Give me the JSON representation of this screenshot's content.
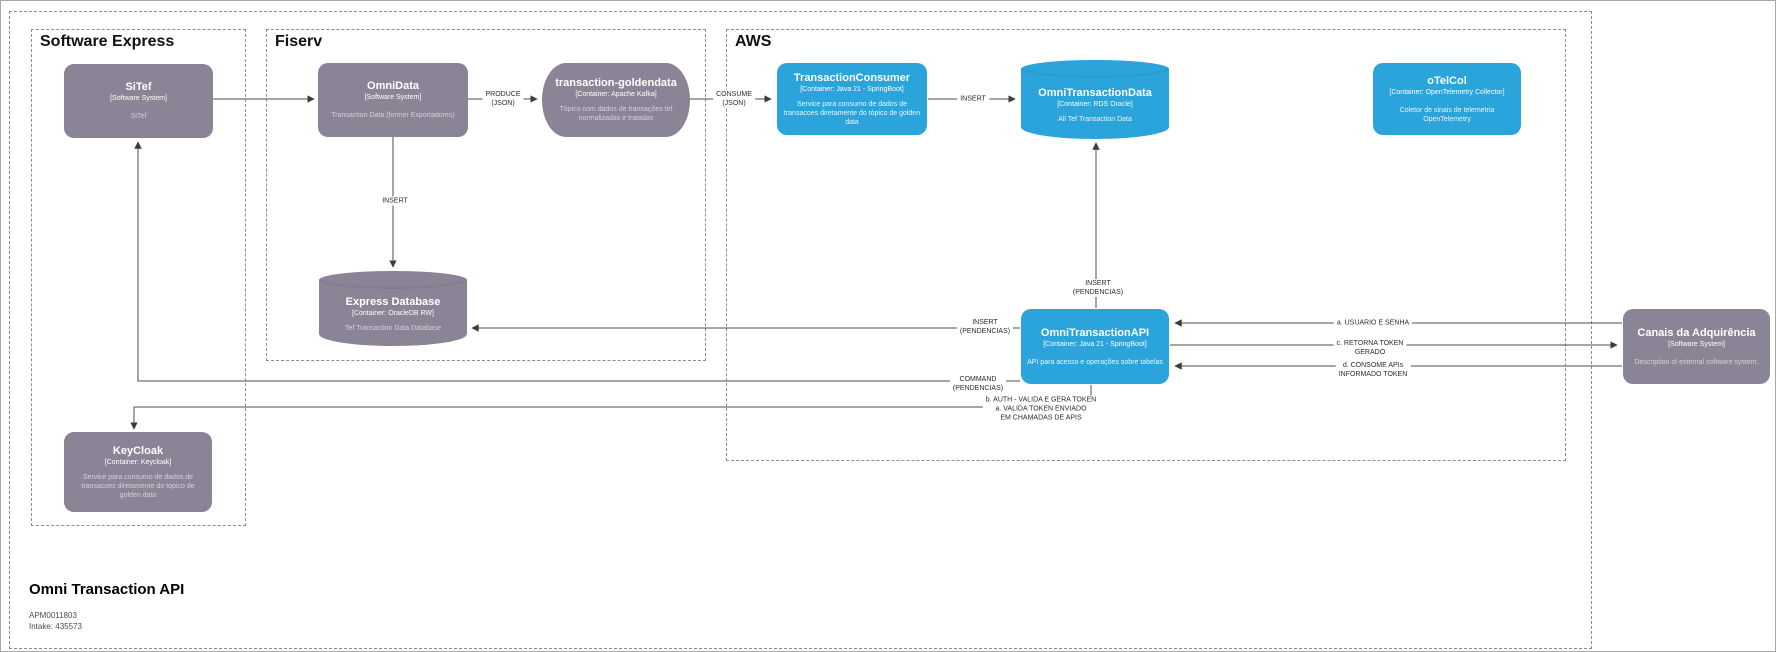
{
  "page": {
    "title": "Omni Transaction API",
    "apm": "APM0011803",
    "intake": "Intake: 435573"
  },
  "groups": {
    "software_express": {
      "label": "Software Express"
    },
    "fiserv": {
      "label": "Fiserv"
    },
    "aws": {
      "label": "AWS"
    }
  },
  "colors": {
    "node_purple": "#8b8496",
    "node_blue": "#2aa4db",
    "line": "#4d4d4d"
  },
  "nodes": {
    "sitef": {
      "title": "SiTef",
      "subtitle": "[Software System]",
      "description": "SiTef"
    },
    "omnidata": {
      "title": "OmniData",
      "subtitle": "[Software System]",
      "description": "Transaction Data (former Exportadores)"
    },
    "goldendata": {
      "title": "transaction-goldendata",
      "subtitle": "[Container: Apache Kafka]",
      "description": "Tópico com dados de transações tef normalizadas e tratadas"
    },
    "transaction_consumer": {
      "title": "TransactionConsumer",
      "subtitle": "[Container: Java 21 - SpringBoot]",
      "description": "Service para consumo de dados de transacoes diretamente do tópico de golden data"
    },
    "omni_transaction_data": {
      "title": "OmniTransactionData",
      "subtitle": "[Container: RDS Oracle]",
      "description": "All Tef Transaction Data"
    },
    "otelcol": {
      "title": "oTelCol",
      "subtitle": "[Container: OpenTelemetry Collector]",
      "description": "Coletor de sinais de telemetria OpenTelemetry"
    },
    "express_database": {
      "title": "Express Database",
      "subtitle": "[Container: OracleDB RW]",
      "description": "Tef Transaction Data Database"
    },
    "omni_transaction_api": {
      "title": "OmniTransactionAPI",
      "subtitle": "[Container: Java 21 - SpringBoot]",
      "description": "API para acesso e operações sobre tabelas"
    },
    "keycloak": {
      "title": "KeyCloak",
      "subtitle": "[Container: Keycloak]",
      "description": "Service para consumo de dados de transacoes diretamente do tópico de golden data"
    },
    "canais": {
      "title": "Canais da Adquirência",
      "subtitle": "[Software System]",
      "description": "Description of external software system."
    }
  },
  "edge_labels": {
    "produce": "PRODUCE\n(JSON)",
    "consume": "CONSUME\n(JSON)",
    "insert_consumer_data": "INSERT",
    "insert_omnidata_db": "INSERT",
    "insert_pendencias_up": "INSERT\n(PENDENCIAS)",
    "insert_pendencias_left": "INSERT\n(PENDENCIAS)",
    "command_pendencias": "COMMAND\n(PENDENCIAS)",
    "auth": "b. AUTH - VALIDA E GERA TOKEN\na. VALIDA TOKEN ENVIADO\nEM CHAMADAS DE APIS",
    "usuario_senha": "a. USUARIO E SENHA",
    "retorna_token": "c. RETORNA TOKEN\nGERADO",
    "consome_apis": "d. CONSOME APIs\nINFORMADO TOKEN"
  }
}
